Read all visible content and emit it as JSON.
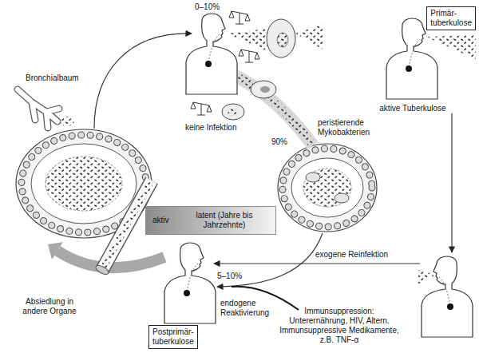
{
  "diagram": {
    "nodes": [
      {
        "text": [
          "Primär- tuberkulose"
        ]
      },
      {
        "text": [
          "aktiv",
          "latent (Jahre bis Jahrzehnte)"
        ]
      },
      {
        "text": [
          "Postprimär- tuberkulose"
        ]
      }
    ],
    "labels": [
      "Bronchialbaum",
      "0–10%",
      "keine Infektion",
      "90%",
      "peristierende Mykobakterien",
      "aktive Tuberkulose",
      "exogene Reinfektion",
      "5–10%",
      "endogene Reaktivierung",
      "Absiedlung in andere Organe",
      "Immunsuppression: Unterernährung, HIV, Altern. Immunsuppressive Medikamente, z.B. TNF-α"
    ]
  }
}
